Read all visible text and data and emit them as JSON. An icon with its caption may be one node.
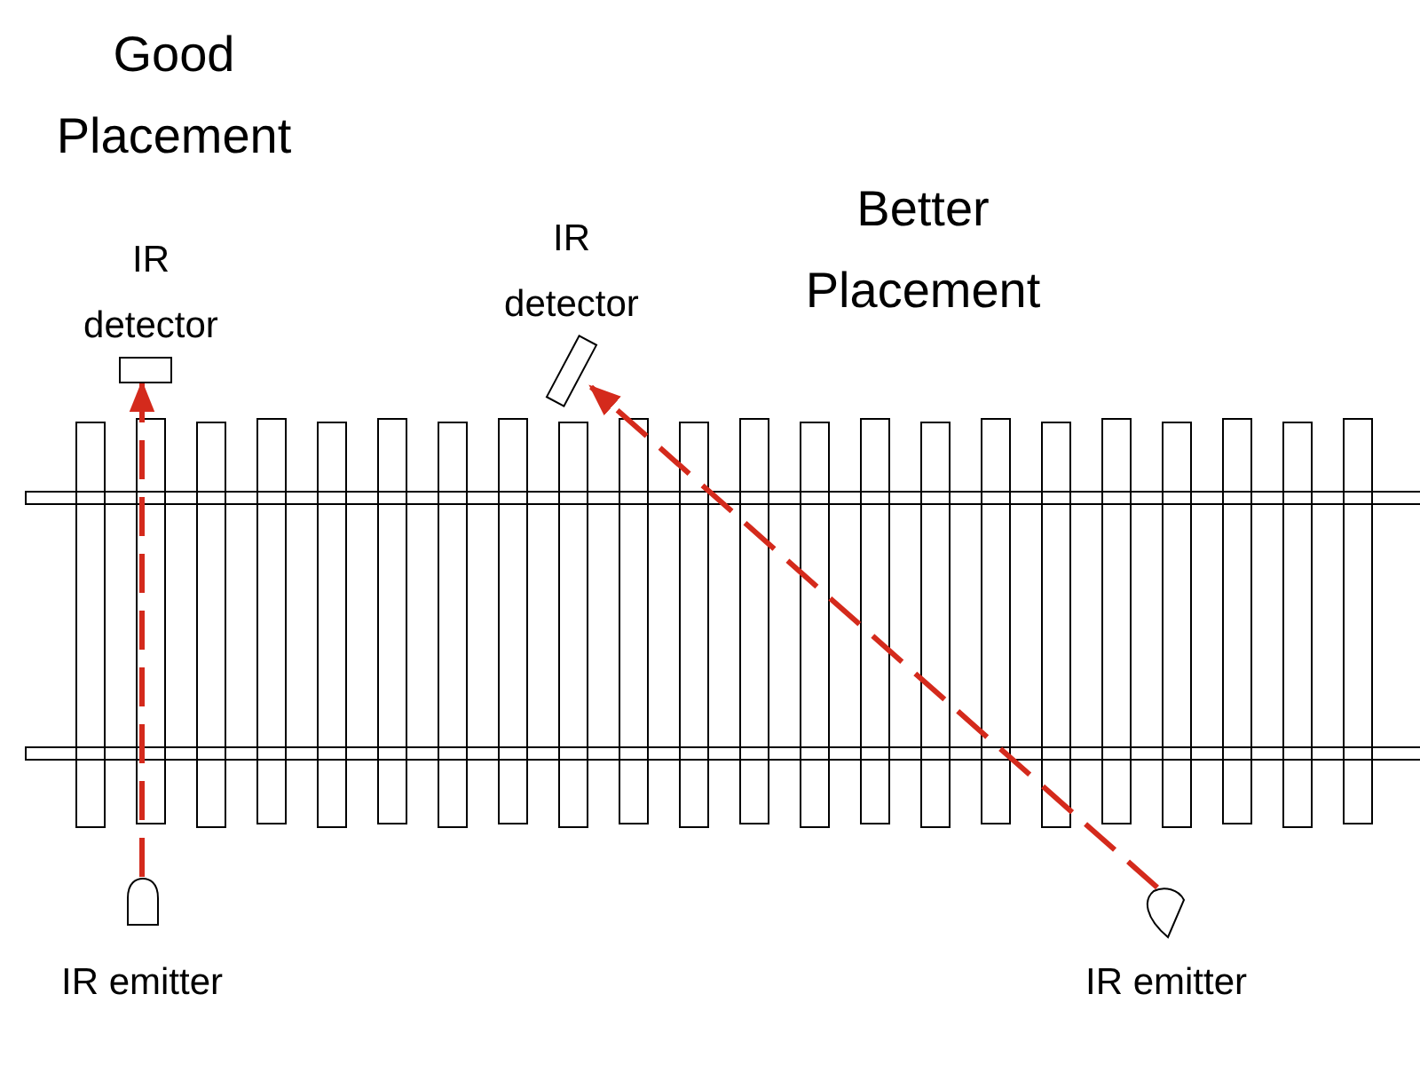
{
  "diagram": {
    "nodes": [
      {
        "text": [],
        "shape": "box",
        "beside": [
          "IR detector"
        ]
      },
      {
        "text": [],
        "shape": "dome",
        "beside": [
          "IR emitter"
        ]
      },
      {
        "text": [],
        "shape": "box",
        "beside": [
          "IR detector"
        ]
      },
      {
        "text": [],
        "shape": "dome",
        "beside": [
          "IR emitter"
        ]
      }
    ],
    "edges": [
      {
        "from": 1,
        "to": 0,
        "arrow": "to",
        "style": "dashed"
      },
      {
        "from": 3,
        "to": 2,
        "arrow": "to",
        "style": "dashed"
      }
    ],
    "labels": [
      "Good Placement",
      "Better Placement"
    ]
  }
}
